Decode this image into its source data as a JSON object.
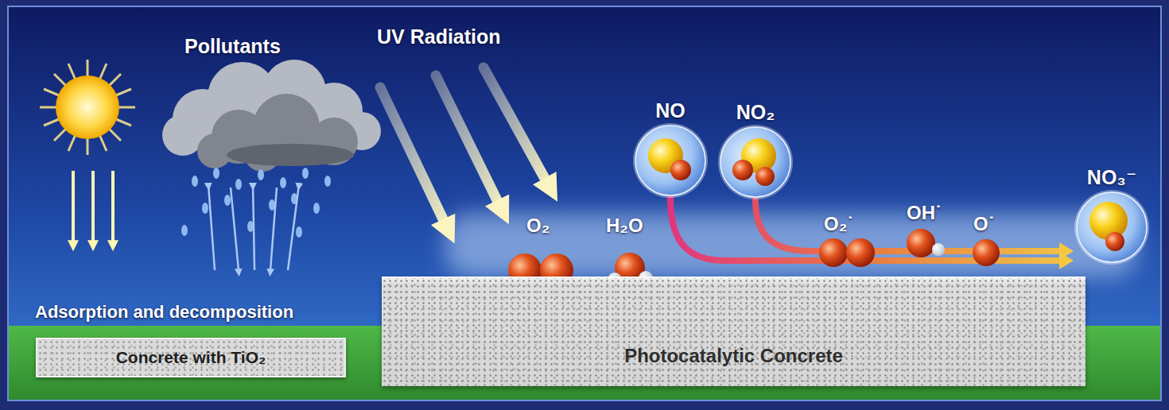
{
  "diagram": {
    "nodes": [
      {
        "text": [
          "Concrete with TiO₂"
        ]
      },
      {
        "text": [
          "Photocatalytic Concrete"
        ]
      },
      {
        "text": [
          "NO"
        ]
      },
      {
        "text": [
          "NO₂"
        ]
      },
      {
        "text": [
          "NO₃⁻"
        ]
      }
    ],
    "edges": [
      {
        "from": 2,
        "to": 4,
        "arrow": "to"
      },
      {
        "from": 3,
        "to": 4,
        "arrow": "to"
      }
    ],
    "labels": [
      "Pollutants",
      "UV Radiation",
      "Adsorption and decomposition",
      "O₂",
      "H₂O",
      "O₂˙",
      "OH˙",
      "O˙"
    ]
  }
}
